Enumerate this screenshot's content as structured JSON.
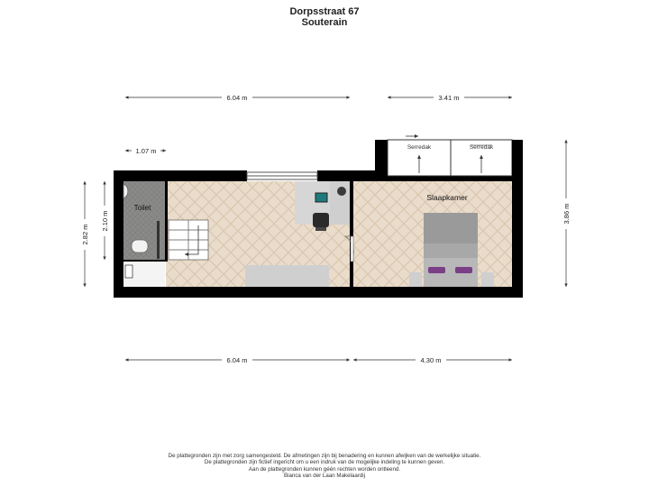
{
  "header": {
    "address": "Dorpsstraat 67",
    "floor": "Souterain"
  },
  "dimensions": {
    "top_left_width": "6.04 m",
    "top_right_width": "3.41 m",
    "toilet_width": "1.07 m",
    "left_height_outer": "2.82 m",
    "left_height_inner": "2.10 m",
    "right_height": "3.86 m",
    "bottom_left_width": "6.04 m",
    "bottom_right_width": "4.30 m"
  },
  "rooms": {
    "toilet": "Toilet",
    "bedroom": "Slaapkamer",
    "skylight_left": "Serredak",
    "skylight_right": "Serredak"
  },
  "colors": {
    "wall": "#000000",
    "floor_wood": "#eadccb",
    "floor_tile": "#8a8a88",
    "furniture": "#cfcfcf",
    "bed": "#9a9a9a",
    "pillow": "#7a3f86",
    "chair": "#2a2a2a",
    "teal_device": "#1e7b7b"
  },
  "footer": {
    "line1": "De plattegronden zijn met zorg samengesteld. De afmetingen zijn bij benadering en kunnen afwijken van de werkelijke situatie.",
    "line2": "De plattegronden zijn fictief ingericht om u een indruk van de mogelijke indeling te kunnen geven.",
    "line3": "Aan de plattegronden kunnen géén rechten worden ontleend.",
    "line4": "Bianca van der Laan Makelaardij"
  }
}
